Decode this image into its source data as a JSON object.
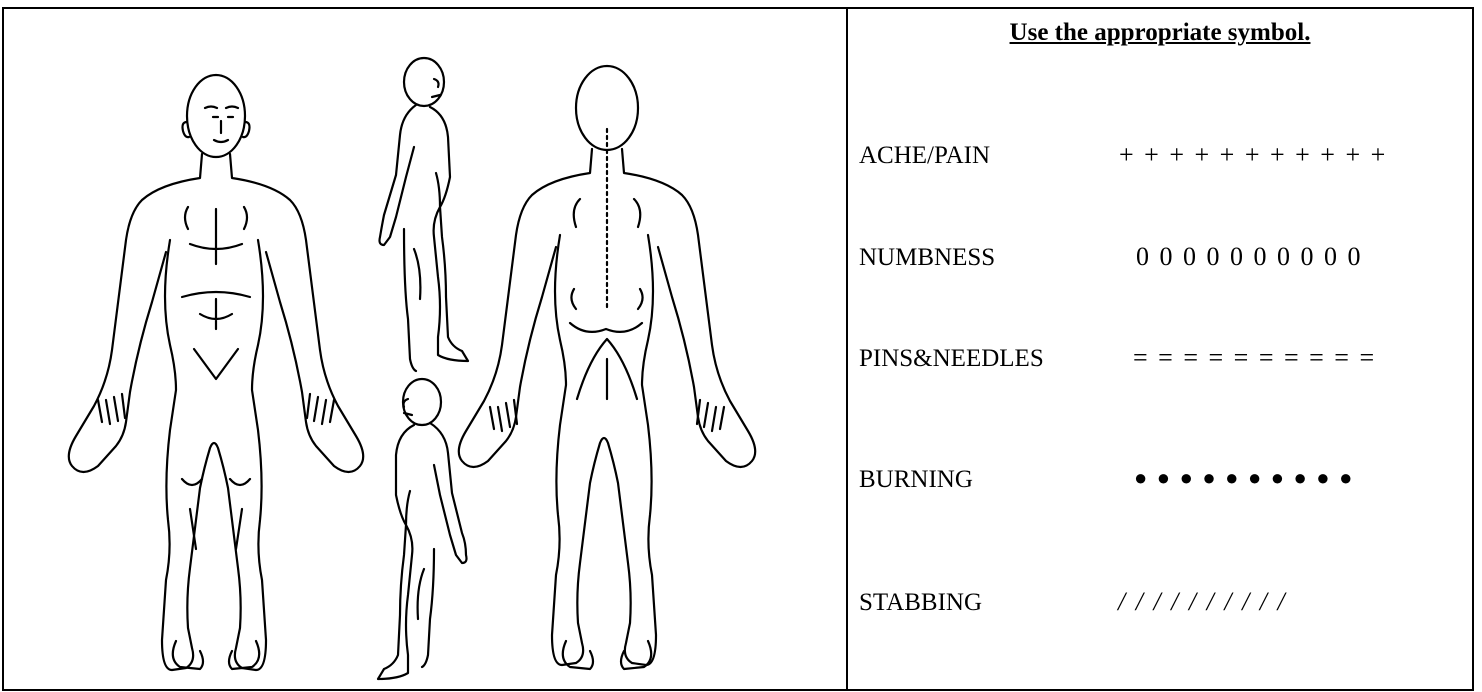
{
  "legend": {
    "title": "Use the appropriate symbol.",
    "rows": [
      {
        "label": "ACHE/PAIN",
        "symbols": "+ + + + + + + + + + +"
      },
      {
        "label": "NUMBNESS",
        "symbols": "0 0 0 0 0 0 0 0 0 0"
      },
      {
        "label": "PINS&NEEDLES",
        "symbols": "= = = = = = = = = ="
      },
      {
        "label": "BURNING",
        "symbols": "● ● ● ● ● ● ● ● ● ●"
      },
      {
        "label": "STABBING",
        "symbols": "/ / / / / / / / / /"
      }
    ]
  },
  "figures": [
    "front-body-figure",
    "side-body-figure-right",
    "side-body-figure-left",
    "back-body-figure"
  ]
}
